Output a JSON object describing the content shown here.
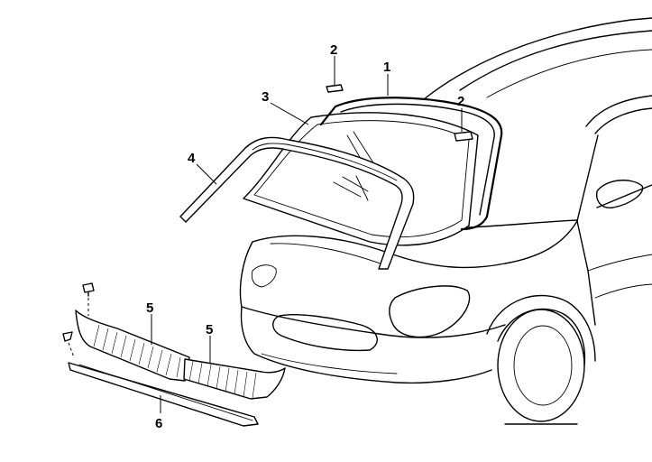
{
  "callouts": {
    "c1": "1",
    "c2a": "2",
    "c2b": "2",
    "c3": "3",
    "c4": "4",
    "c5a": "5",
    "c5b": "5",
    "c6": "6"
  },
  "colors": {
    "line": "#000000",
    "background": "#ffffff"
  }
}
